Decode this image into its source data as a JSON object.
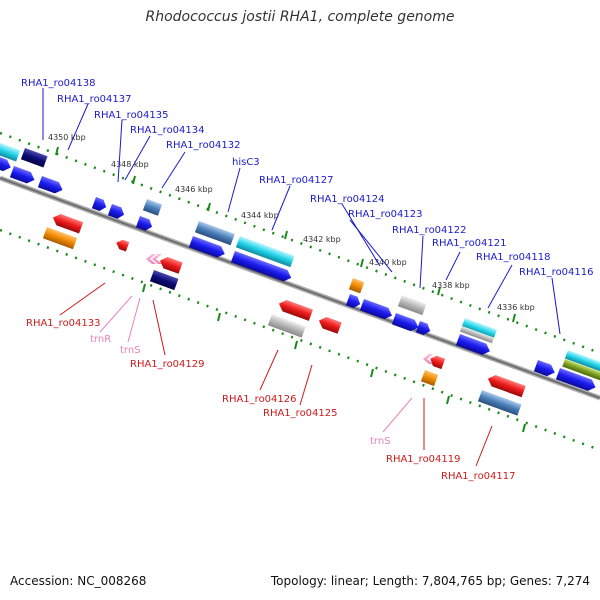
{
  "title": "Rhodococcus jostii RHA1, complete genome",
  "footer": {
    "accession": "Accession: NC_008268",
    "summary": "Topology: linear; Length: 7,804,765 bp; Genes: 7,274"
  },
  "ticks": [
    "4350 kbp",
    "4348 kbp",
    "4346 kbp",
    "4344 kbp",
    "4342 kbp",
    "4340 kbp",
    "4338 kbp",
    "4336 kbp"
  ],
  "top_labels": [
    {
      "text": "RHA1_ro04138",
      "color": "#1a1acc"
    },
    {
      "text": "RHA1_ro04137",
      "color": "#1a1acc"
    },
    {
      "text": "RHA1_ro04135",
      "color": "#1a1acc"
    },
    {
      "text": "RHA1_ro04134",
      "color": "#1a1acc"
    },
    {
      "text": "RHA1_ro04132",
      "color": "#1a1acc"
    },
    {
      "text": "hisC3",
      "color": "#1a1acc"
    },
    {
      "text": "RHA1_ro04127",
      "color": "#1a1acc"
    },
    {
      "text": "RHA1_ro04124",
      "color": "#1a1acc"
    },
    {
      "text": "RHA1_ro04123",
      "color": "#1a1acc"
    },
    {
      "text": "RHA1_ro04122",
      "color": "#1a1acc"
    },
    {
      "text": "RHA1_ro04121",
      "color": "#1a1acc"
    },
    {
      "text": "RHA1_ro04118",
      "color": "#1a1acc"
    },
    {
      "text": "RHA1_ro04116",
      "color": "#1a1acc"
    }
  ],
  "bottom_labels": [
    {
      "text": "RHA1_ro04133",
      "color": "#cc1a1a"
    },
    {
      "text": "trnR",
      "color": "#e882b4"
    },
    {
      "text": "trnS",
      "color": "#e882b4"
    },
    {
      "text": "RHA1_ro04129",
      "color": "#cc1a1a"
    },
    {
      "text": "RHA1_ro04126",
      "color": "#cc1a1a"
    },
    {
      "text": "RHA1_ro04125",
      "color": "#cc1a1a"
    },
    {
      "text": "trnS",
      "color": "#e882b4"
    },
    {
      "text": "RHA1_ro04119",
      "color": "#cc1a1a"
    },
    {
      "text": "RHA1_ro04117",
      "color": "#cc1a1a"
    }
  ],
  "colors": {
    "forward_gene": "#1a1aee",
    "reverse_gene": "#ee1a1a",
    "backbone": "#888888",
    "tick": "#1a8a1a",
    "trna": "#e882b4",
    "orange": "#f08a00",
    "cyan": "#22d4e8",
    "steel": "#4a7fb8",
    "navy": "#0c0c77",
    "gray": "#b8b8b8"
  }
}
